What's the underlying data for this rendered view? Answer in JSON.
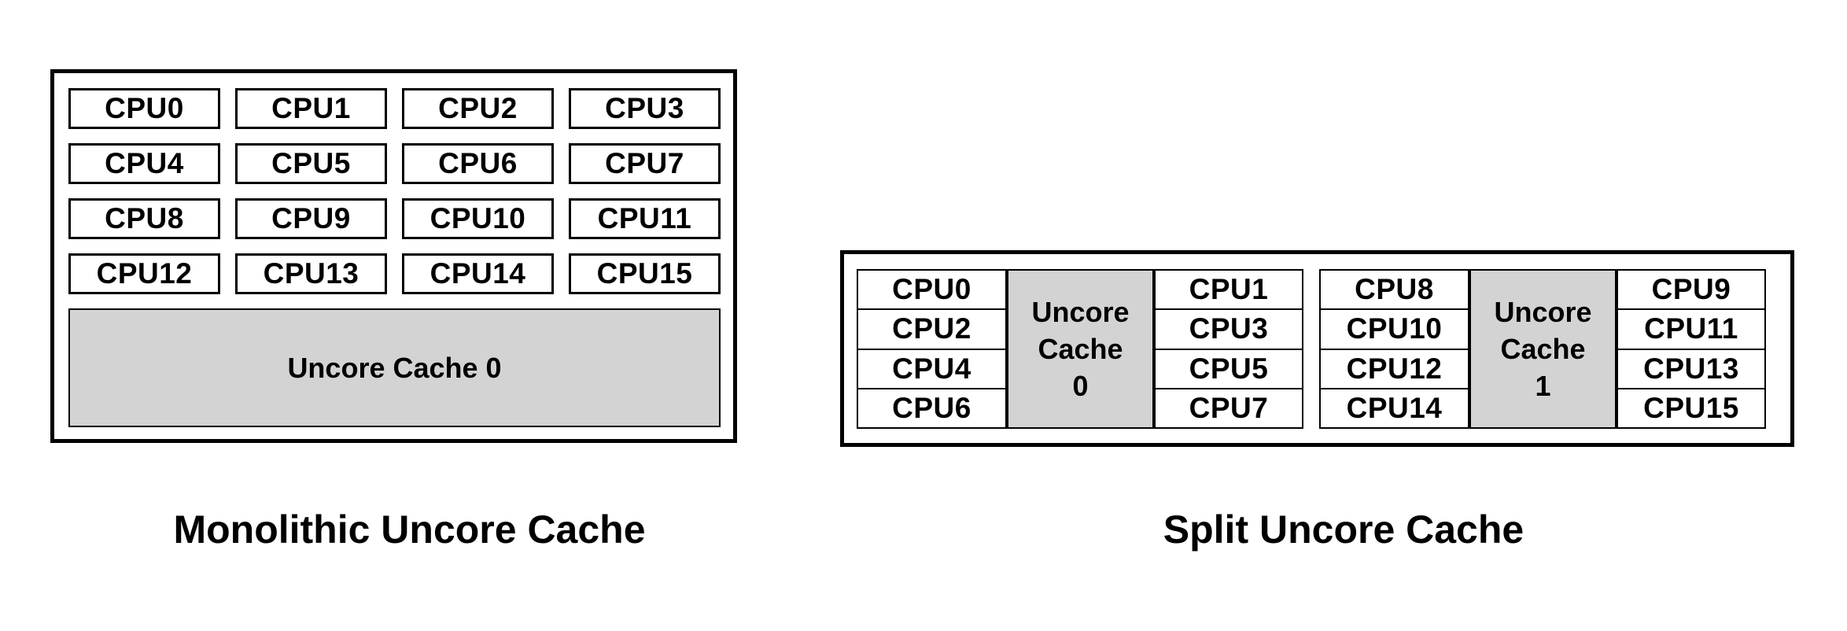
{
  "colors": {
    "background": "#ffffff",
    "border": "#000000",
    "cache_fill": "#d3d3d3",
    "text": "#000000"
  },
  "left_diagram": {
    "caption": "Monolithic Uncore Cache",
    "cpus": [
      "CPU0",
      "CPU1",
      "CPU2",
      "CPU3",
      "CPU4",
      "CPU5",
      "CPU6",
      "CPU7",
      "CPU8",
      "CPU9",
      "CPU10",
      "CPU11",
      "CPU12",
      "CPU13",
      "CPU14",
      "CPU15"
    ],
    "cache_label": "Uncore Cache 0"
  },
  "right_diagram": {
    "caption": "Split Uncore Cache",
    "clusters": [
      {
        "left_cpus": [
          "CPU0",
          "CPU2",
          "CPU4",
          "CPU6"
        ],
        "cache_lines": [
          "Uncore",
          "Cache",
          "0"
        ],
        "right_cpus": [
          "CPU1",
          "CPU3",
          "CPU5",
          "CPU7"
        ]
      },
      {
        "left_cpus": [
          "CPU8",
          "CPU10",
          "CPU12",
          "CPU14"
        ],
        "cache_lines": [
          "Uncore",
          "Cache",
          "1"
        ],
        "right_cpus": [
          "CPU9",
          "CPU11",
          "CPU13",
          "CPU15"
        ]
      }
    ]
  }
}
